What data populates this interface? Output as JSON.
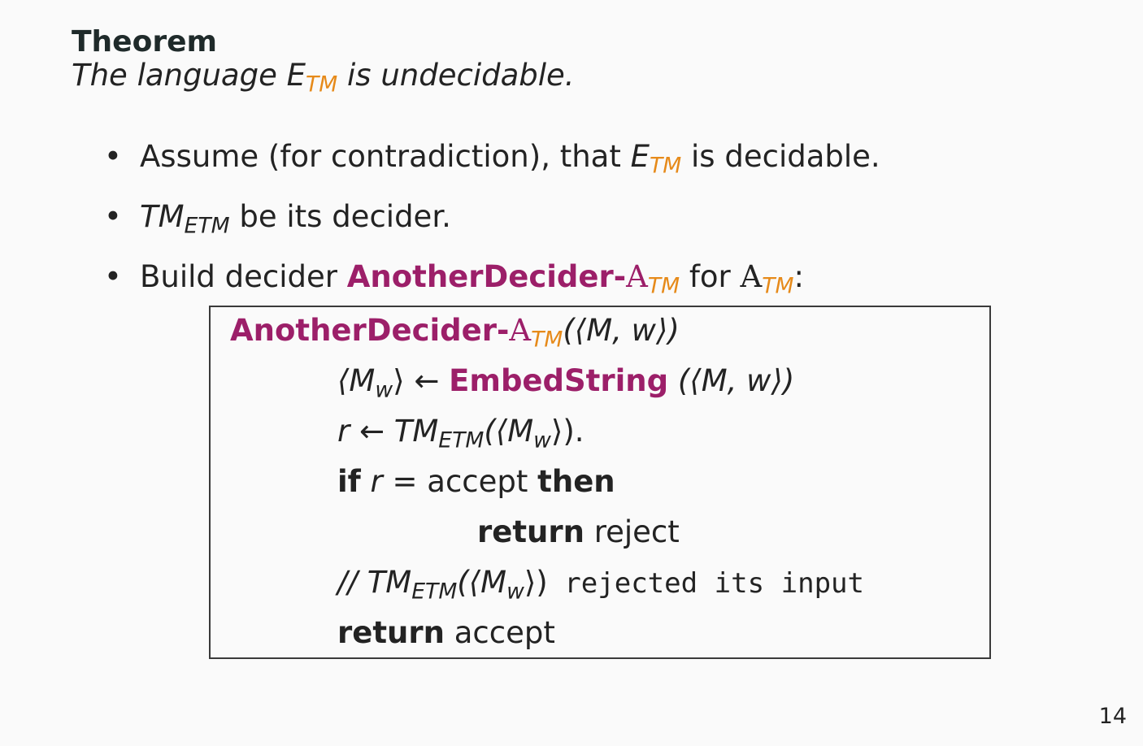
{
  "theorem": {
    "title": "Theorem",
    "statement_prefix": "The language ",
    "language_base": "E",
    "language_sub": "TM",
    "statement_suffix": " is undecidable."
  },
  "bullets": [
    {
      "prefix": "Assume (for contradiction), that ",
      "lang_base": "E",
      "lang_sub": "TM",
      "suffix": " is decidable."
    },
    {
      "tm_base": "TM",
      "tm_sub": "ETM",
      "suffix": " be its decider."
    },
    {
      "prefix": "Build decider ",
      "name": "AnotherDecider-",
      "a_base": "A",
      "a_sub": "TM",
      "middle": " for ",
      "a2_base": "A",
      "a2_sub": "TM",
      "suffix": ":"
    }
  ],
  "algorithm": {
    "header_name": "AnotherDecider-",
    "header_a": "A",
    "header_sub": "TM",
    "header_args": "(⟨M, w⟩)",
    "line1_lhs": "⟨M",
    "line1_lhs_sub": "w",
    "line1_lhs_end": "⟩ ← ",
    "line1_fn": "EmbedString",
    "line1_args": " (⟨M, w⟩)",
    "line2_r": "r",
    "line2_arrow": " ← ",
    "line2_tm": "TM",
    "line2_tm_sub": "ETM",
    "line2_args": "(⟨M",
    "line2_args_sub": "w",
    "line2_args_end": "⟩).",
    "line3_if": "if",
    "line3_r": " r",
    "line3_eq": " = accept ",
    "line3_then": "then",
    "line4_return": "return",
    "line4_value": " reject",
    "line5_slashes": "// ",
    "line5_tm": "TM",
    "line5_tm_sub": "ETM",
    "line5_args": "(⟨M",
    "line5_args_sub": "w",
    "line5_args_end": "⟩)",
    "line5_comment": " rejected its input",
    "line6_return": "return",
    "line6_value": " accept"
  },
  "page_number": "14",
  "colors": {
    "accent_orange": "#e68a1a",
    "accent_purple": "#9c1f69"
  }
}
